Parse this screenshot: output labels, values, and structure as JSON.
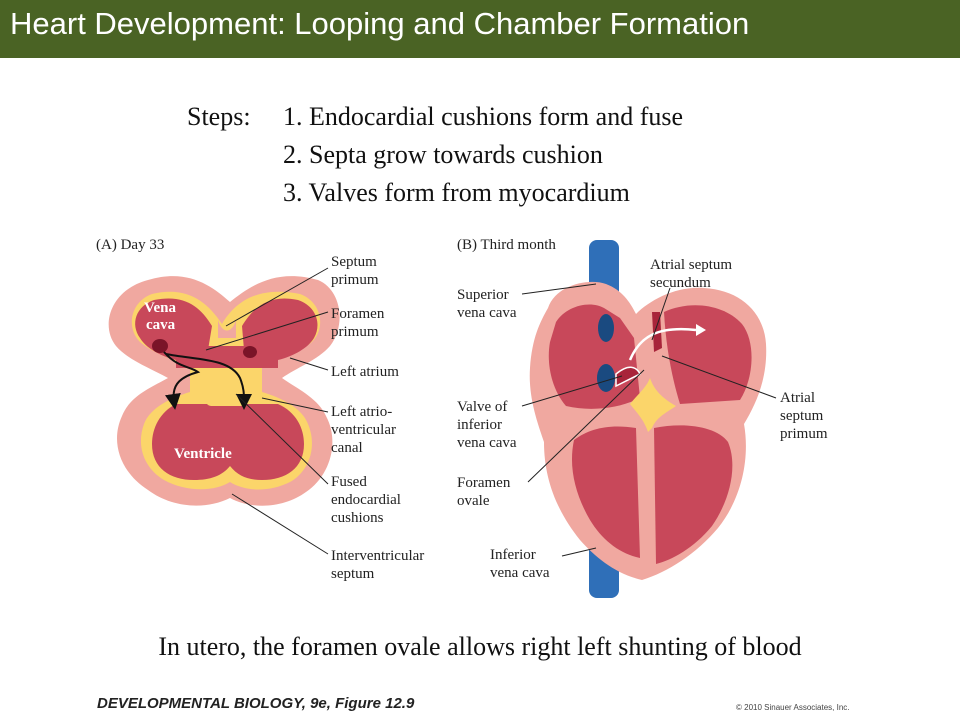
{
  "header": {
    "title": "Heart Development: Looping and Chamber Formation"
  },
  "steps": {
    "label": "Steps:",
    "items": [
      "1. Endocardial cushions form and fuse",
      "2. Septa grow towards cushion",
      "3. Valves form from myocardium"
    ]
  },
  "figure": {
    "panel_a": {
      "title": "(A)  Day 33",
      "inner_labels": {
        "vena_cava_1": "Vena",
        "vena_cava_2": "cava",
        "ventricle": "Ventricle"
      },
      "labels": {
        "septum_primum_1": "Septum",
        "septum_primum_2": "primum",
        "foramen_primum_1": "Foramen",
        "foramen_primum_2": "primum",
        "left_atrium": "Left atrium",
        "av_canal_1": "Left atrio-",
        "av_canal_2": "ventricular",
        "av_canal_3": "canal",
        "cushions_1": "Fused",
        "cushions_2": "endocardial",
        "cushions_3": "cushions",
        "iv_septum_1": "Interventricular",
        "iv_septum_2": "septum"
      }
    },
    "panel_b": {
      "title": "(B)  Third month",
      "labels": {
        "svc_1": "Superior",
        "svc_2": "vena cava",
        "valve_ivc_1": "Valve of",
        "valve_ivc_2": "inferior",
        "valve_ivc_3": "vena cava",
        "foramen_ovale_1": "Foramen",
        "foramen_ovale_2": "ovale",
        "ivc_1": "Inferior",
        "ivc_2": "vena cava",
        "secundum_1": "Atrial septum",
        "secundum_2": "secundum",
        "primum_1": "Atrial",
        "primum_2": "septum",
        "primum_3": "primum"
      }
    },
    "colors": {
      "myocardium": "#f0a8a0",
      "chamber": "#c8485a",
      "cushion": "#fbd56a",
      "vein": "#2f6fb8"
    }
  },
  "caption": "In utero, the foramen ovale allows right left shunting of blood",
  "footer": {
    "citation": "DEVELOPMENTAL BIOLOGY, 9e, Figure 12.9",
    "copyright": "© 2010 Sinauer Associates, Inc."
  }
}
